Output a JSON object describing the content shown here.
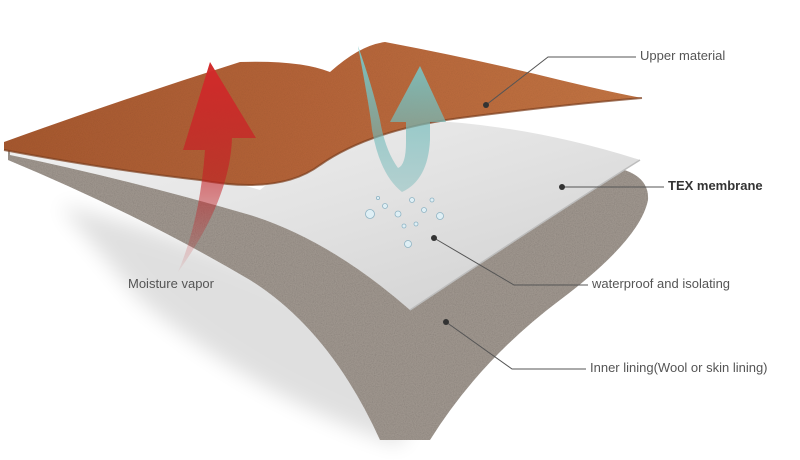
{
  "labels": {
    "upper_material": "Upper material",
    "membrane": "TEX membrane",
    "waterproof": "waterproof and isolating",
    "inner_lining": "Inner lining(Wool or skin lining)",
    "moisture_vapor": "Moisture vapor"
  },
  "layers": [
    {
      "name": "upper-material",
      "color": "#b8663a"
    },
    {
      "name": "tex-membrane",
      "color": "#d9d9d9"
    },
    {
      "name": "inner-lining",
      "color": "#a39a92"
    }
  ],
  "arrows": [
    {
      "name": "moisture-vapor-arrow",
      "color": "#c41e24",
      "direction": "up"
    },
    {
      "name": "water-deflect-arrow",
      "color": "#6fb5b5",
      "direction": "up-curved"
    }
  ],
  "leader_color": "#555555"
}
